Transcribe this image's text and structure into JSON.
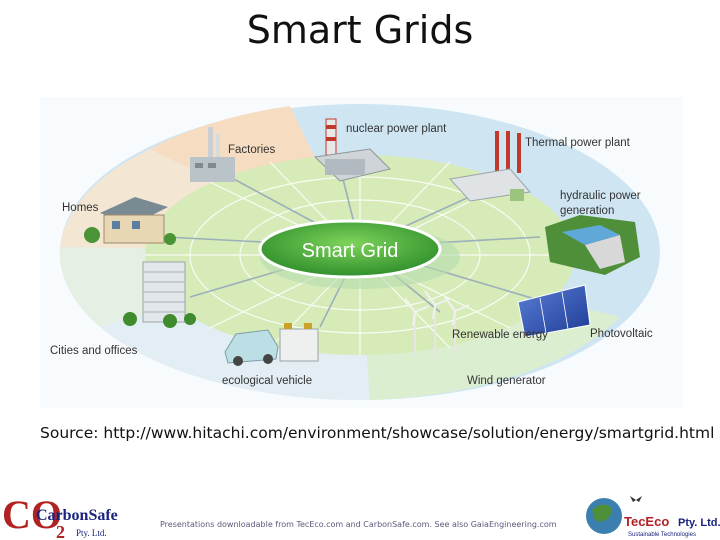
{
  "slide": {
    "title": "Smart Grids",
    "source": "Source: http://www.hitachi.com/environment/showcase/solution/energy/smartgrid.html",
    "footer": "Presentations downloadable from TecEco.com and CarbonSafe.com. See also GaiaEngineering.com"
  },
  "diagram": {
    "center": "Smart Grid",
    "nodes": {
      "nuclear": "nuclear power plant",
      "thermal": "Thermal power plant",
      "hydraulic_1": "hydraulic power",
      "hydraulic_2": "generation",
      "photovoltaic": "Photovoltaic",
      "renewable": "Renewable energy",
      "wind": "Wind generator",
      "ecological": "ecological vehicle",
      "cities": "Cities and offices",
      "homes": "Homes",
      "factories": "Factories"
    }
  },
  "logos": {
    "left_main": "CarbonSafe",
    "left_co": "CO",
    "left_sub": "2",
    "left_pty": "Pty. Ltd.",
    "right_main": "TecEco",
    "right_pty": "Pty. Ltd.",
    "right_tag": "Sustainable Technologies"
  },
  "colors": {
    "center_green": "#3ea63a",
    "field_green": "#d6ebb8",
    "outer_blue": "#cfe6f2",
    "outer_peach": "#f6dcc0",
    "outer_green": "#dbeed0",
    "logo_red": "#b22222",
    "logo_navy": "#1a237e"
  }
}
